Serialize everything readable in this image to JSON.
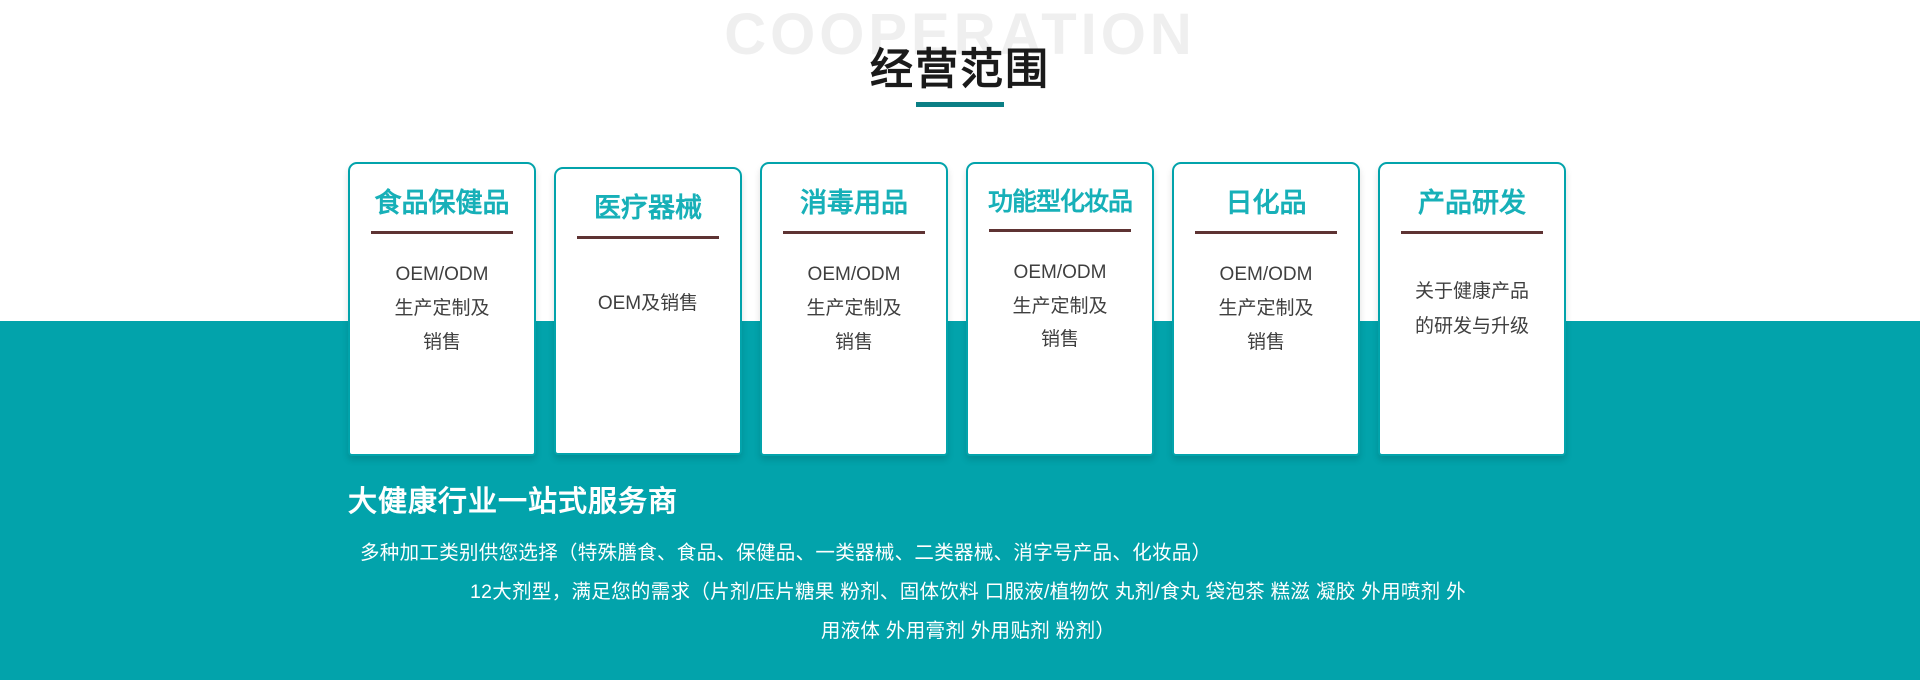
{
  "header": {
    "watermark": "COOPERATION",
    "title": "经营范围",
    "accent_color": "#0b7f85"
  },
  "theme": {
    "band_color": "#02a3ab",
    "card_border": "#02a3ab",
    "card_title_color": "#17b0b8",
    "divider_color": "#5e3333",
    "body_text_color": "#3f3f3f",
    "watermark_color": "#efefef"
  },
  "cards": [
    {
      "title": "食品保健品",
      "body": [
        "OEM/ODM",
        "生产定制及",
        "销售"
      ]
    },
    {
      "title": "医疗器械",
      "body": [
        "OEM及销售"
      ]
    },
    {
      "title": "消毒用品",
      "body": [
        "OEM/ODM",
        "生产定制及",
        "销售"
      ]
    },
    {
      "title": "功能型化妆品",
      "body": [
        "OEM/ODM",
        "生产定制及",
        "销售"
      ]
    },
    {
      "title": "日化品",
      "body": [
        "OEM/ODM",
        "生产定制及",
        "销售"
      ]
    },
    {
      "title": "产品研发",
      "body": [
        "关于健康产品",
        "的研发与升级"
      ]
    }
  ],
  "bottom": {
    "slogan": "大健康行业一站式服务商",
    "desc_line_1": "多种加工类别供您选择（特殊膳食、食品、保健品、一类器械、二类器械、消字号产品、化妆品）",
    "desc_line_2": "12大剂型，满足您的需求（片剂/压片糖果 粉剂、固体饮料 口服液/植物饮 丸剂/食丸 袋泡茶 糕滋 凝胶 外用喷剂 外",
    "desc_line_3": "用液体 外用膏剂 外用贴剂 粉剂）"
  }
}
